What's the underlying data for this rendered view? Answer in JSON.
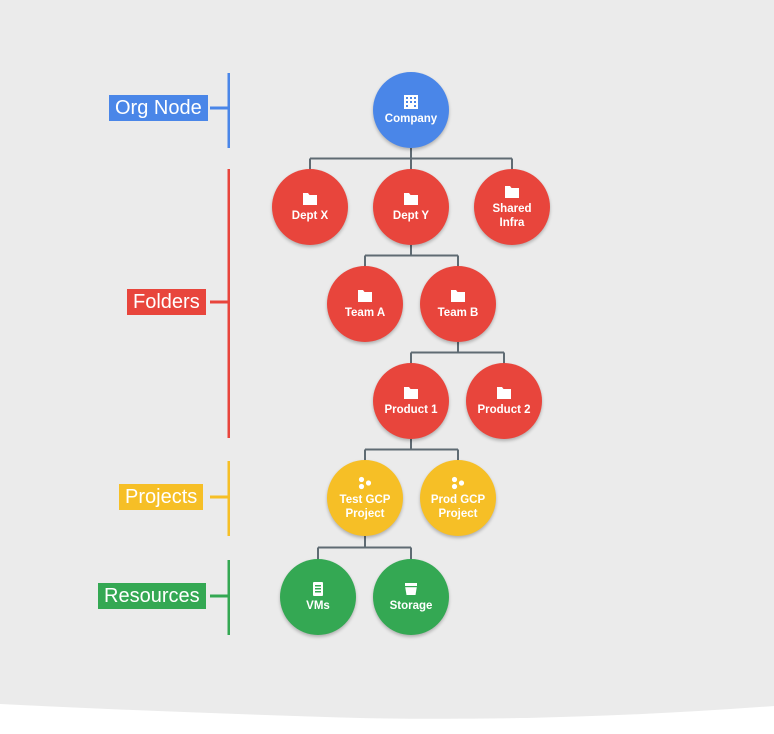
{
  "colors": {
    "org": "#4a86e8",
    "folder": "#e8453c",
    "project": "#f6bf26",
    "resource": "#34a853",
    "connector": "#5f6b73",
    "background": "#ebebeb"
  },
  "levels": [
    {
      "id": "org",
      "label": "Org Node",
      "color": "#4a86e8"
    },
    {
      "id": "folders",
      "label": "Folders",
      "color": "#e8453c"
    },
    {
      "id": "projects",
      "label": "Projects",
      "color": "#f6bf26"
    },
    {
      "id": "resources",
      "label": "Resources",
      "color": "#34a853"
    }
  ],
  "nodes": [
    {
      "id": "company",
      "label": "Company",
      "type": "org",
      "icon": "building-icon"
    },
    {
      "id": "dept-x",
      "label": "Dept X",
      "type": "folder",
      "icon": "folder-icon"
    },
    {
      "id": "dept-y",
      "label": "Dept Y",
      "type": "folder",
      "icon": "folder-icon"
    },
    {
      "id": "shared-infra",
      "label": "Shared\nInfra",
      "type": "folder",
      "icon": "folder-icon"
    },
    {
      "id": "team-a",
      "label": "Team A",
      "type": "folder",
      "icon": "folder-icon"
    },
    {
      "id": "team-b",
      "label": "Team B",
      "type": "folder",
      "icon": "folder-icon"
    },
    {
      "id": "product-1",
      "label": "Product 1",
      "type": "folder",
      "icon": "folder-icon"
    },
    {
      "id": "product-2",
      "label": "Product 2",
      "type": "folder",
      "icon": "folder-icon"
    },
    {
      "id": "test-gcp-project",
      "label": "Test GCP\nProject",
      "type": "project",
      "icon": "project-icon"
    },
    {
      "id": "prod-gcp-project",
      "label": "Prod GCP\nProject",
      "type": "project",
      "icon": "project-icon"
    },
    {
      "id": "vms",
      "label": "VMs",
      "type": "resource",
      "icon": "vm-icon"
    },
    {
      "id": "storage",
      "label": "Storage",
      "type": "resource",
      "icon": "storage-icon"
    }
  ],
  "edges": [
    {
      "parent": "company",
      "children": [
        "dept-x",
        "dept-y",
        "shared-infra"
      ]
    },
    {
      "parent": "dept-y",
      "children": [
        "team-a",
        "team-b"
      ]
    },
    {
      "parent": "team-b",
      "children": [
        "product-1",
        "product-2"
      ]
    },
    {
      "parent": "product-1",
      "children": [
        "test-gcp-project",
        "prod-gcp-project"
      ]
    },
    {
      "parent": "test-gcp-project",
      "children": [
        "vms",
        "storage"
      ]
    }
  ]
}
